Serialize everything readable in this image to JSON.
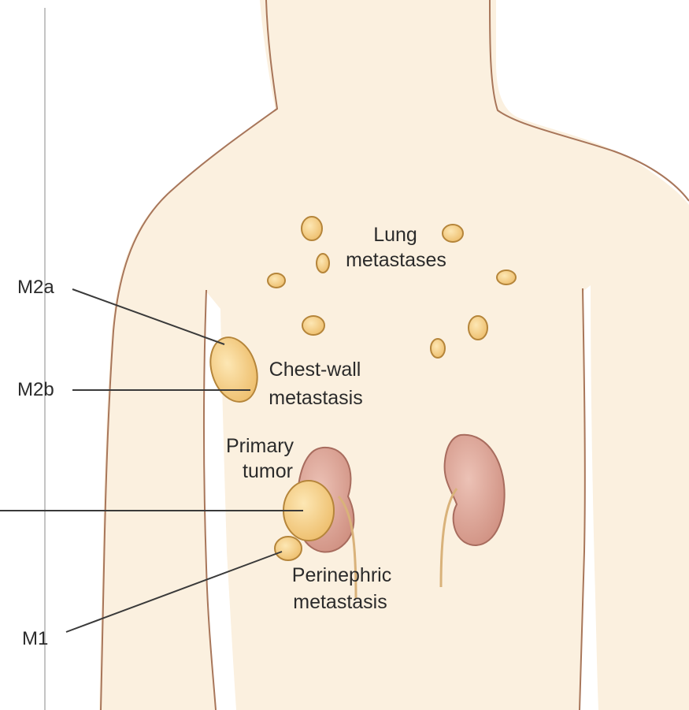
{
  "labels": {
    "lung_line1": "Lung",
    "lung_line2": "metastases",
    "chest_wall_line1": "Chest-wall",
    "chest_wall_line2": "metastasis",
    "primary_line1": "Primary",
    "primary_line2": "tumor",
    "perinephric_line1": "Perinephric",
    "perinephric_line2": "metastasis"
  },
  "stages": {
    "m2a": "M2a",
    "m2b": "M2b",
    "m1": "M1"
  },
  "colors": {
    "skin": "#fbf0df",
    "skin_outline": "#a8765a",
    "nodule_fill": "#f5cf86",
    "nodule_outline": "#b5853a",
    "kidney_fill": "#dba596",
    "kidney_outline": "#a86c5e",
    "ureter": "#e9c98f"
  }
}
